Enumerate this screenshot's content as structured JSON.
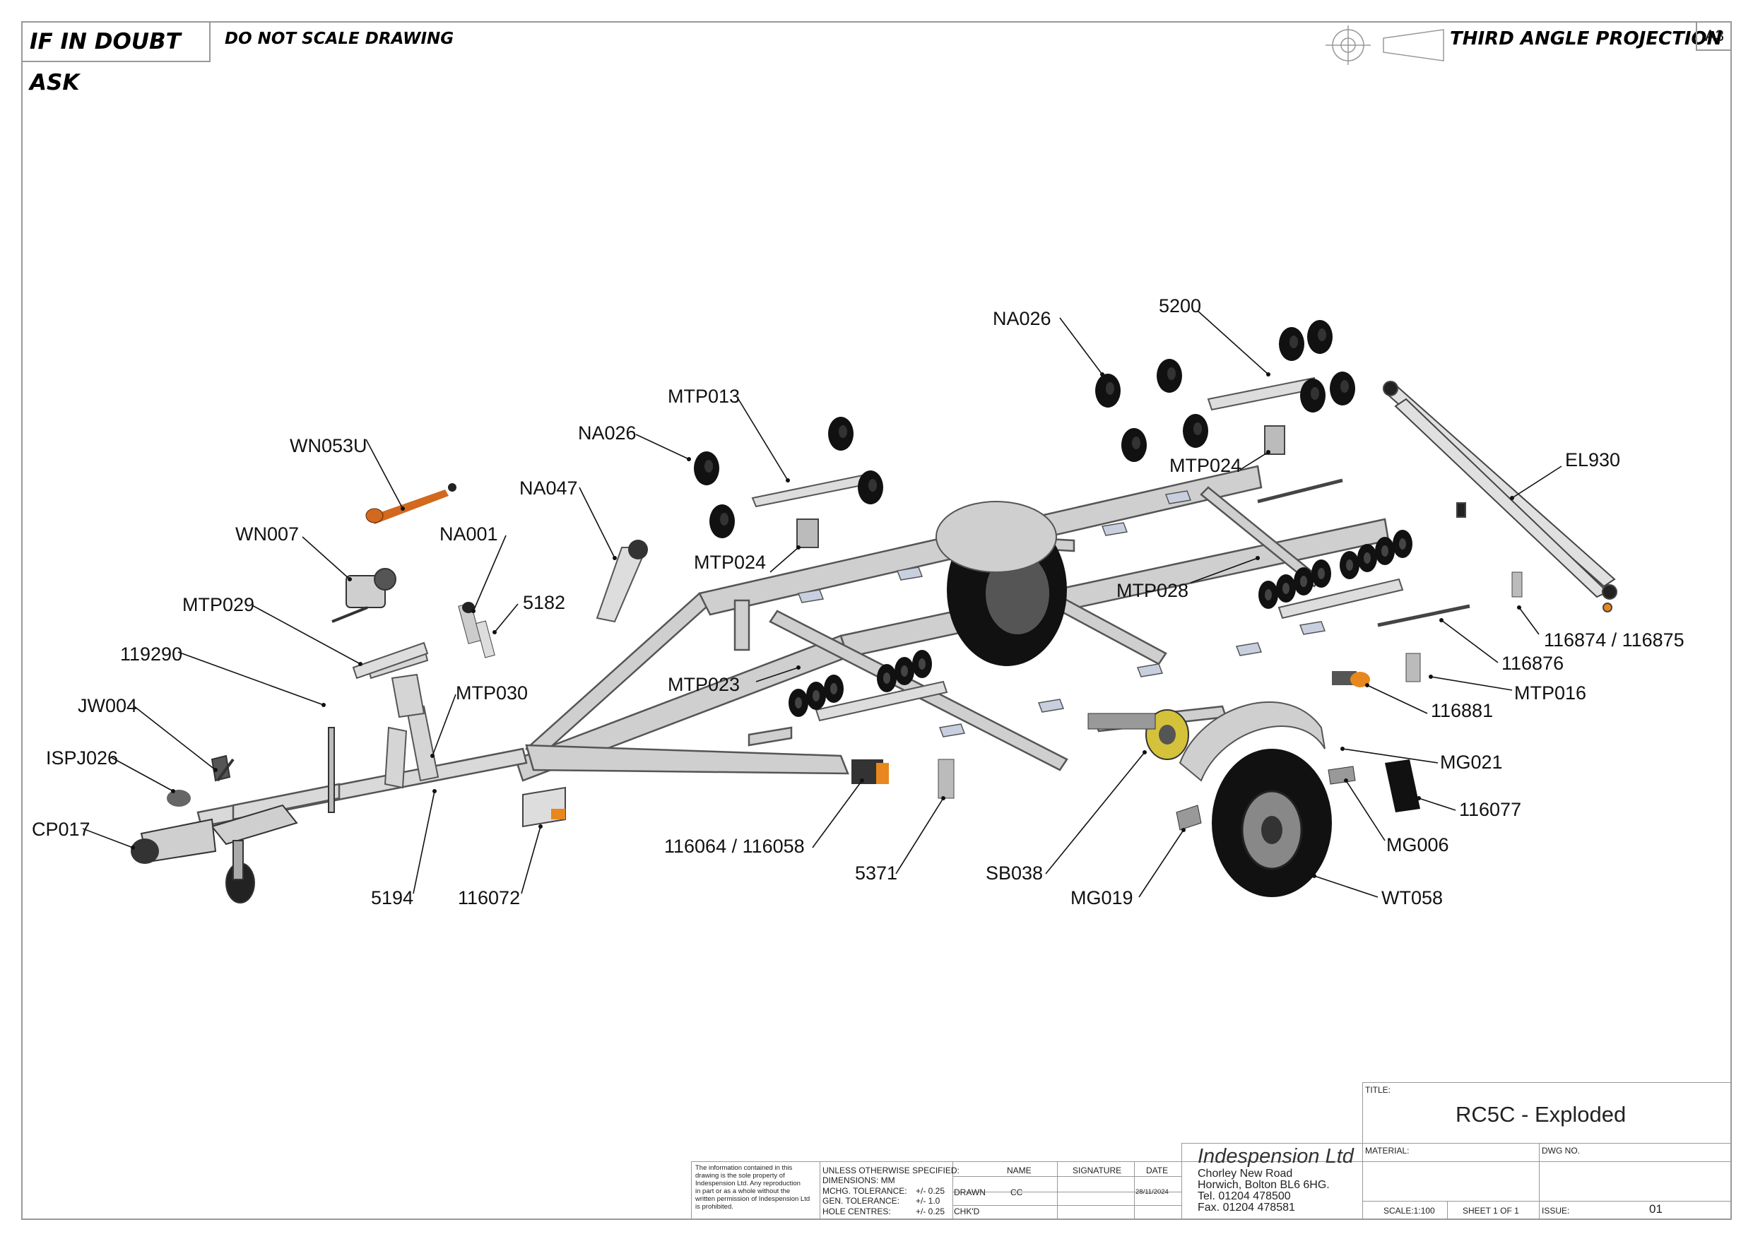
{
  "header": {
    "if_in_doubt": "IF IN DOUBT ASK",
    "do_not_scale": "DO NOT SCALE DRAWING",
    "projection": "THIRD ANGLE PROJECTION",
    "sheet_size": "A3"
  },
  "callouts": [
    {
      "id": "na026-top",
      "text": "NA026"
    },
    {
      "id": "c5200",
      "text": "5200"
    },
    {
      "id": "mtp013",
      "text": "MTP013"
    },
    {
      "id": "na026-left",
      "text": "NA026"
    },
    {
      "id": "wn053u",
      "text": "WN053U"
    },
    {
      "id": "mtp024-right",
      "text": "MTP024"
    },
    {
      "id": "el930",
      "text": "EL930"
    },
    {
      "id": "na047",
      "text": "NA047"
    },
    {
      "id": "wn007",
      "text": "WN007"
    },
    {
      "id": "na001",
      "text": "NA001"
    },
    {
      "id": "mtp024-left",
      "text": "MTP024"
    },
    {
      "id": "mtp028",
      "text": "MTP028"
    },
    {
      "id": "mtp029",
      "text": "MTP029"
    },
    {
      "id": "c5182",
      "text": "5182"
    },
    {
      "id": "c116874",
      "text": "116874 / 116875"
    },
    {
      "id": "c119290",
      "text": "119290"
    },
    {
      "id": "c116876",
      "text": "116876"
    },
    {
      "id": "mtp023",
      "text": "MTP023"
    },
    {
      "id": "mtp016",
      "text": "MTP016"
    },
    {
      "id": "mtp030",
      "text": "MTP030"
    },
    {
      "id": "jw004",
      "text": "JW004"
    },
    {
      "id": "c116881",
      "text": "116881"
    },
    {
      "id": "ispj026",
      "text": "ISPJ026"
    },
    {
      "id": "mg021",
      "text": "MG021"
    },
    {
      "id": "cp017",
      "text": "CP017"
    },
    {
      "id": "c116077",
      "text": "116077"
    },
    {
      "id": "c116064",
      "text": "116064 / 116058"
    },
    {
      "id": "mg006",
      "text": "MG006"
    },
    {
      "id": "c5371",
      "text": "5371"
    },
    {
      "id": "sb038",
      "text": "SB038"
    },
    {
      "id": "wt058",
      "text": "WT058"
    },
    {
      "id": "c5194",
      "text": "5194"
    },
    {
      "id": "c116072",
      "text": "116072"
    },
    {
      "id": "mg019",
      "text": "MG019"
    }
  ],
  "title_block": {
    "disclaimer": [
      "The information contained in this",
      "drawing is the sole property of",
      "Indespension Ltd. Any reproduction",
      "in part or as a whole without the",
      "written permission of Indespension Ltd",
      "is prohibited."
    ],
    "unless": "UNLESS OTHERWISE SPECIFIED:",
    "dimensions": "DIMENSIONS:  MM",
    "mchg_tol": "MCHG. TOLERANCE:",
    "mchg_val": "+/- 0.25",
    "gen_tol": "GEN. TOLERANCE:",
    "gen_val": "+/- 1.0",
    "hole_centres": "HOLE CENTRES:",
    "hole_val": "+/- 0.25",
    "col_name": "NAME",
    "col_signature": "SIGNATURE",
    "col_date": "DATE",
    "drawn_label": "DRAWN",
    "drawn_name": "CC",
    "drawn_date": "28/11/2024",
    "chkd_label": "CHK'D",
    "company": "Indespension Ltd",
    "address1": "Chorley New Road",
    "address2": "Horwich, Bolton BL6 6HG.",
    "tel": "Tel. 01204 478500",
    "fax": "Fax. 01204 478581",
    "title_label": "TITLE:",
    "title": "RC5C - Exploded",
    "material_label": "MATERIAL:",
    "dwg_no_label": "DWG NO.",
    "scale": "SCALE:1:100",
    "sheet": "SHEET 1 OF 1",
    "issue_label": "ISSUE:",
    "issue": "01"
  },
  "colors": {
    "frame": "#c9c9c9",
    "frame_stroke": "#555555",
    "wheel": "#111111",
    "winch_strap": "#d2691e",
    "light_amber": "#e8871e",
    "axle_hub": "#d4c23a",
    "mudguard": "#cfcfcf"
  }
}
